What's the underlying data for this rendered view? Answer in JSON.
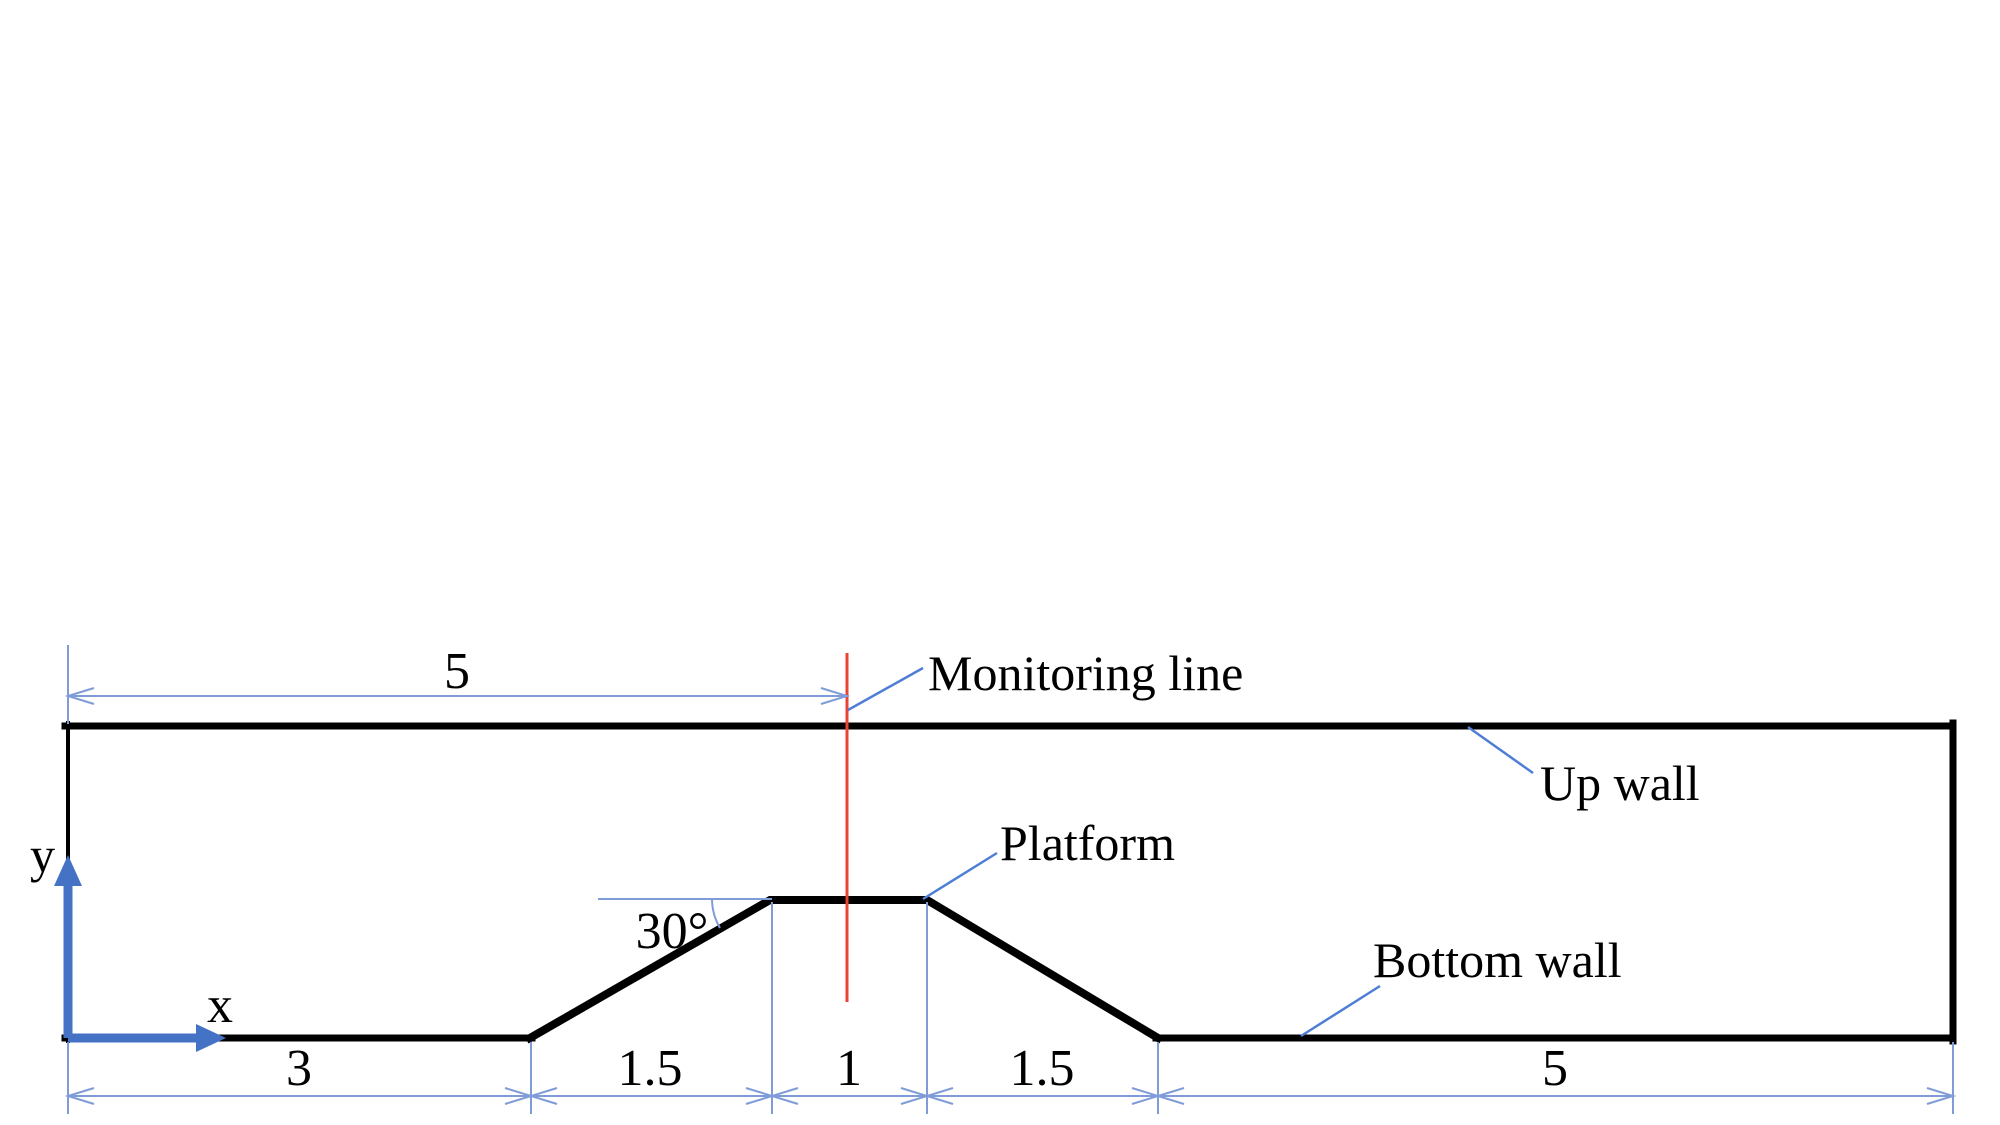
{
  "figure": {
    "labels": {
      "monitoring_line": "Monitoring line",
      "up_wall": "Up wall",
      "platform": "Platform",
      "bottom_wall": "Bottom wall",
      "angle": "30°",
      "axis_x": "x",
      "axis_y": "y"
    },
    "dimensions": {
      "top": {
        "label": "5"
      },
      "bottom": [
        {
          "label": "3"
        },
        {
          "label": "1.5"
        },
        {
          "label": "1"
        },
        {
          "label": "1.5"
        },
        {
          "label": "5"
        }
      ]
    },
    "colors": {
      "wall": "#000000",
      "monitoring_line": "#ee4135",
      "dimension_line": "#7f9cd9",
      "leader_line": "#4f7ed6",
      "axis": "#4472c4",
      "text": "#000000"
    }
  }
}
